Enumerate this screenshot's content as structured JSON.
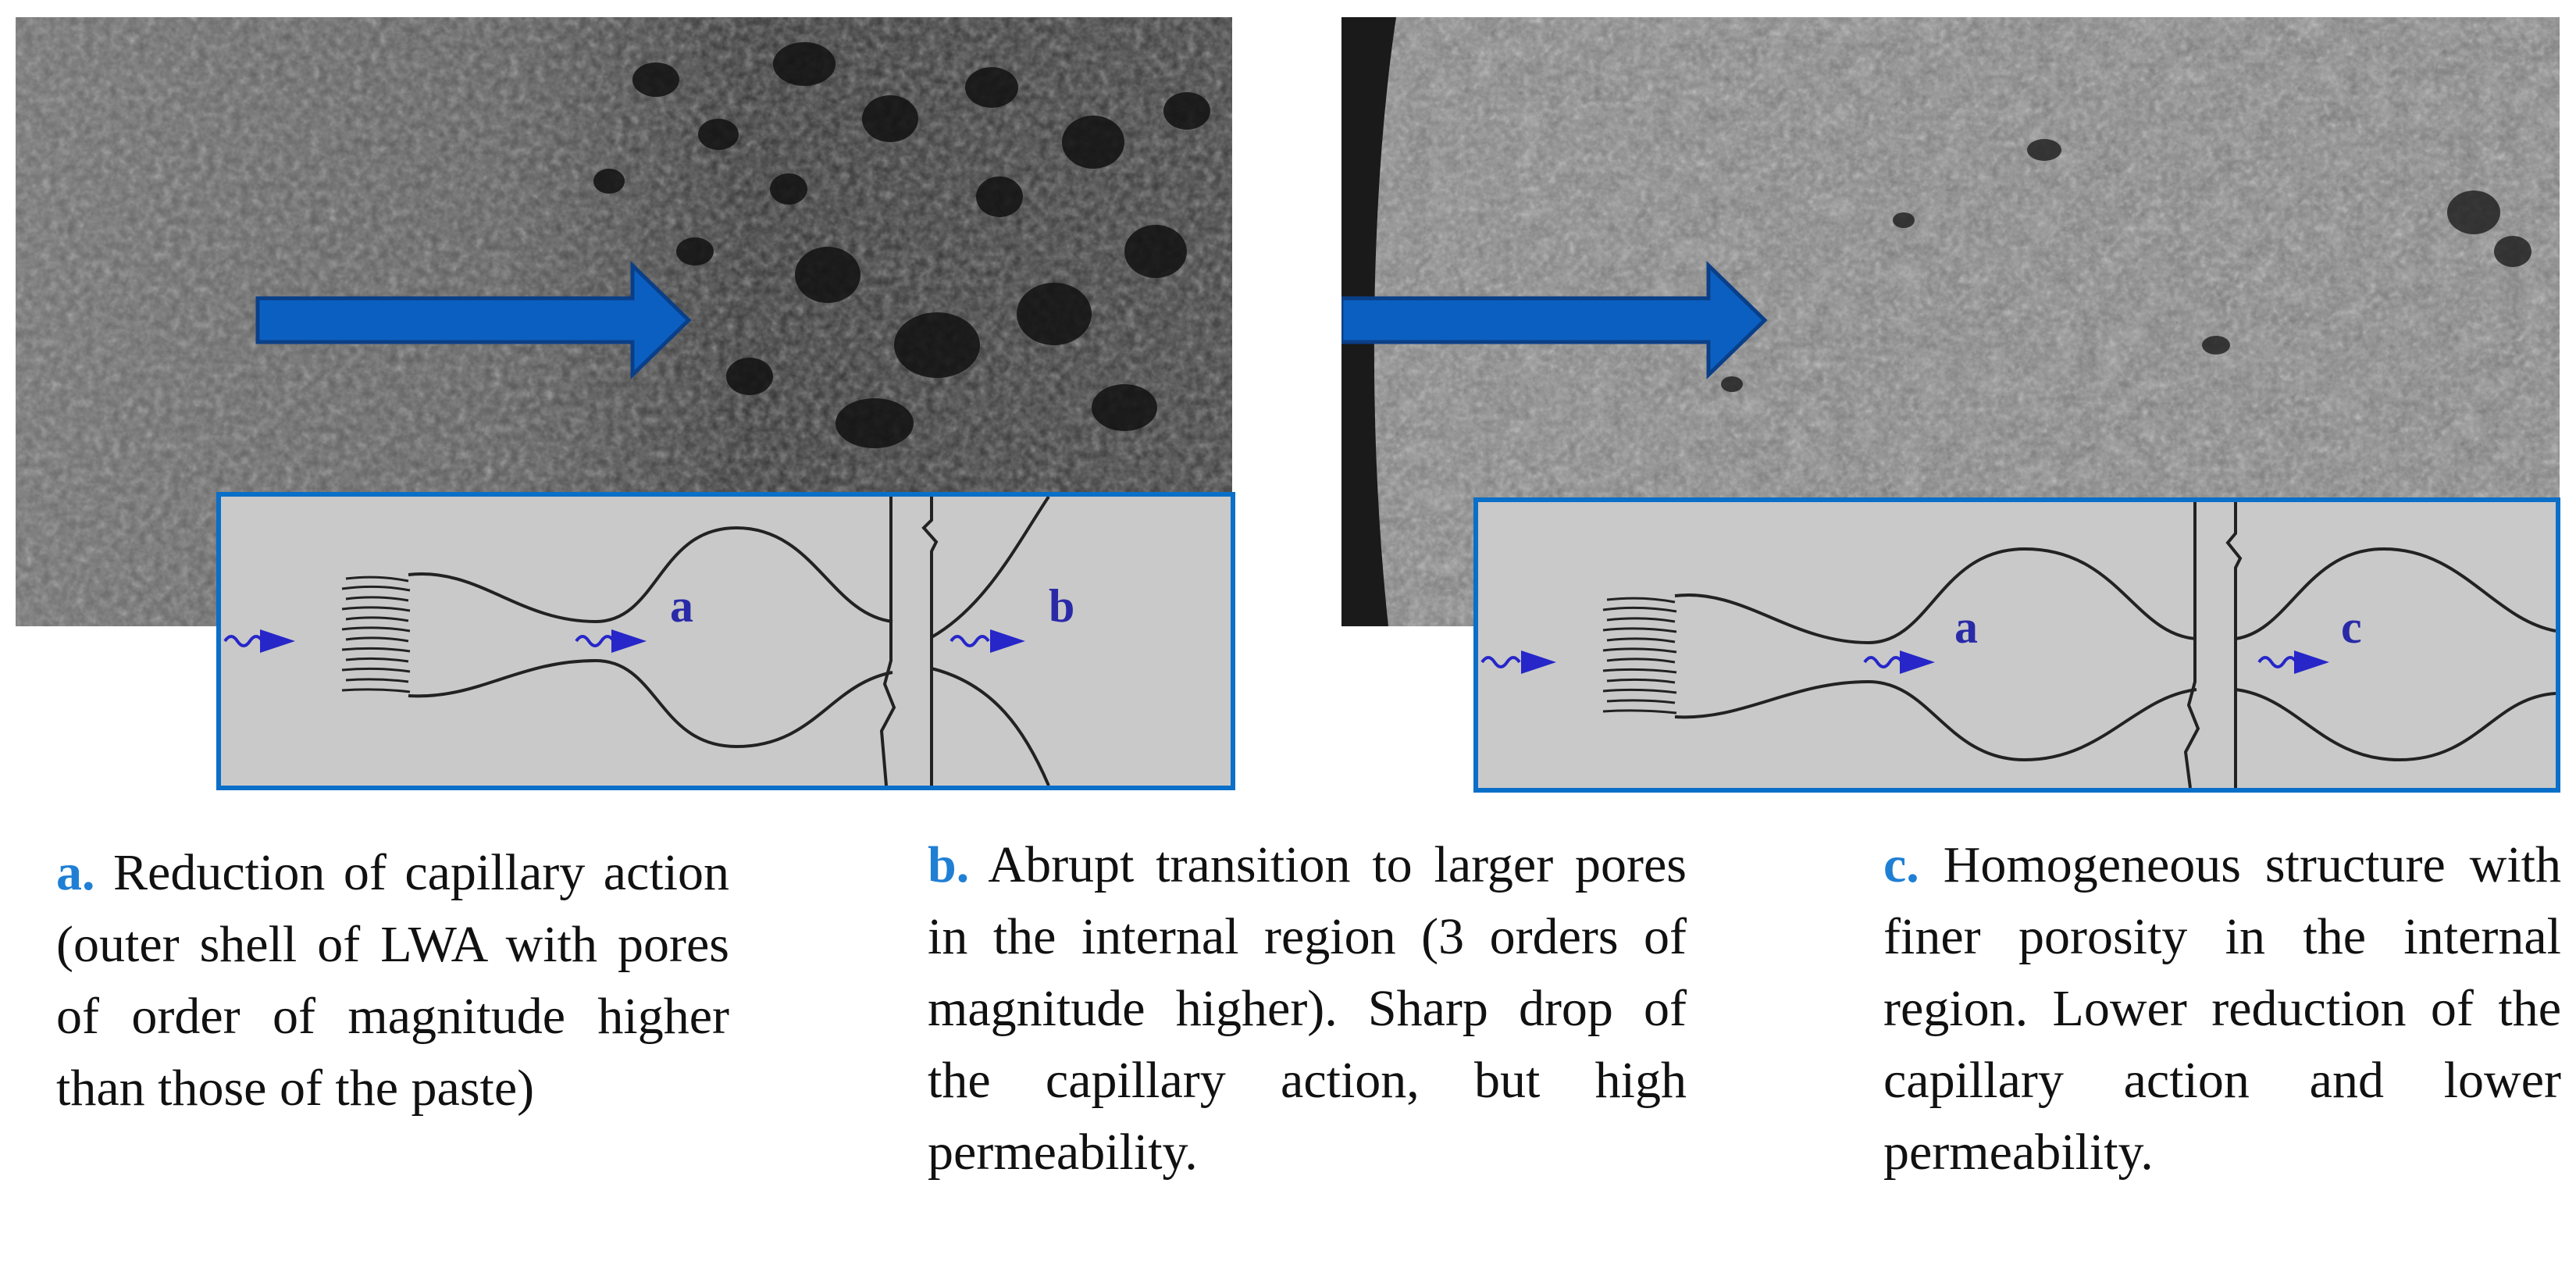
{
  "figure": {
    "left_panel": {
      "schematic_labels": [
        "a",
        "b"
      ]
    },
    "right_panel": {
      "schematic_labels": [
        "a",
        "c"
      ]
    },
    "captions": [
      {
        "key": "a.",
        "text": "Reduction of capillary action (outer shell of LWA with pores of order of magnitude higher than those of the paste)"
      },
      {
        "key": "b.",
        "text": "Abrupt transition to larger pores in the internal region (3 orders of magnitude higher). Sharp drop of the capillary action, but high permeability."
      },
      {
        "key": "c.",
        "text": "Homogeneous structure with finer porosity in the internal region. Lower reduction of the capillary action and lower permeability."
      }
    ],
    "colors": {
      "arrow_blue": "#0b5fc0",
      "frame_blue": "#0a6fc8",
      "label_blue": "#2a2aa8",
      "caption_key_blue": "#1f7fd4",
      "schematic_background": "#c9c9c9"
    }
  }
}
